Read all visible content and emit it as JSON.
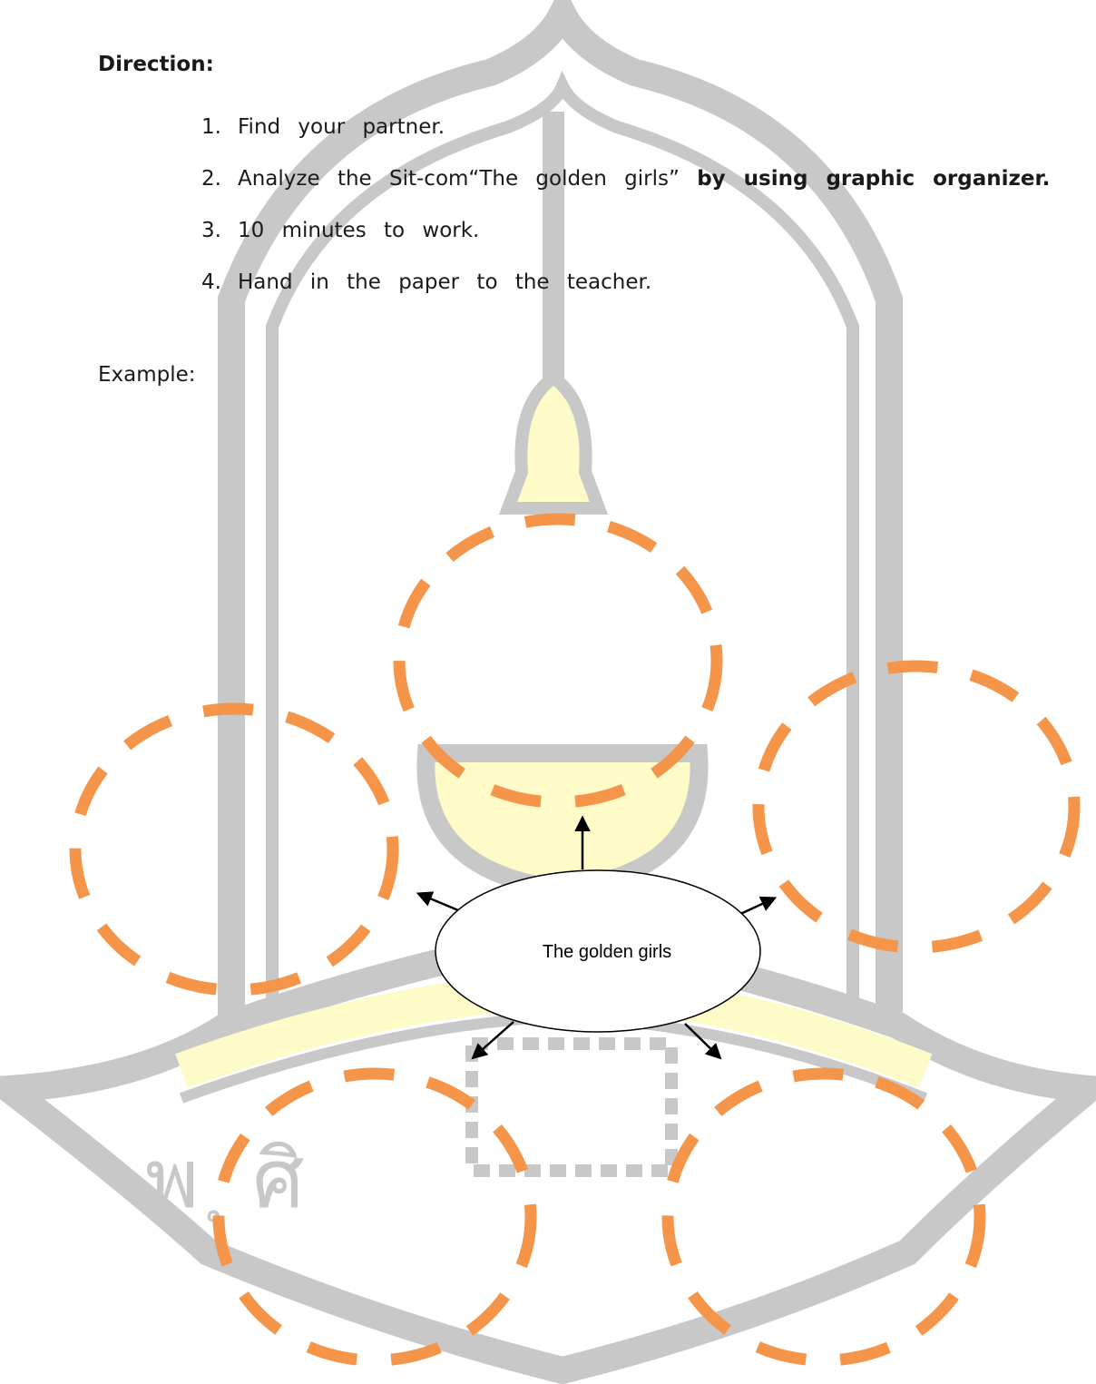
{
  "direction": {
    "heading": "Direction:",
    "steps": [
      {
        "num": "1.",
        "text": "Find your partner."
      },
      {
        "num": "2.",
        "text": "Analyze the Sit-com“The golden girls”",
        "bold": "by using graphic organizer."
      },
      {
        "num": "3.",
        "text": "10 minutes to work."
      },
      {
        "num": "4.",
        "text": "Hand in the paper to the teacher."
      }
    ]
  },
  "example": {
    "label": "Example:"
  },
  "organizer": {
    "center_label": "The golden girls",
    "bubble_count": 5,
    "bubble_color": "#f4954a",
    "arrow_color": "#000000"
  },
  "watermark": {
    "text": "พ   ุ ศิ",
    "outline_color": "#c8c8c8",
    "fill_color": "#fffbc8"
  }
}
